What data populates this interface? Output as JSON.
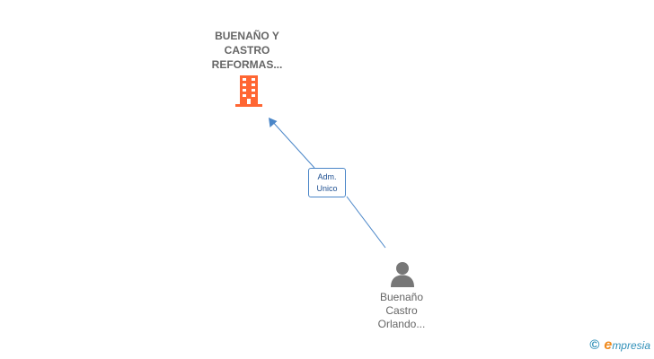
{
  "company": {
    "name_lines": [
      "BUENAÑO Y",
      "CASTRO",
      "REFORMAS..."
    ],
    "icon": "building-icon",
    "color": "#ff6633"
  },
  "relation": {
    "label_lines": [
      "Adm.",
      "Unico"
    ],
    "color": "#4a86c8"
  },
  "person": {
    "name_lines": [
      "Buenaño",
      "Castro",
      "Orlando..."
    ],
    "icon": "person-icon",
    "color": "#777777"
  },
  "brand": {
    "copyright": "©",
    "first_letter": "e",
    "rest": "mpresia"
  }
}
